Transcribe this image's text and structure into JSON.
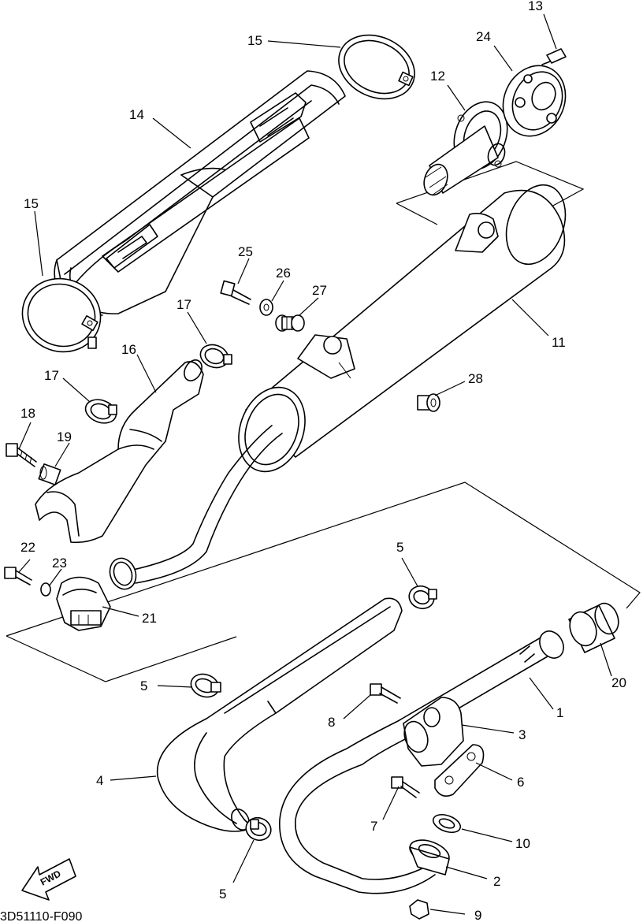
{
  "diagram": {
    "parts": [
      {
        "id": "p1",
        "label": "1",
        "name": "exhaust-pipe-1"
      },
      {
        "id": "p2",
        "label": "2",
        "name": "pipe-boss"
      },
      {
        "id": "p3",
        "label": "3",
        "name": "pipe-stay"
      },
      {
        "id": "p4",
        "label": "4",
        "name": "pipe-protector"
      },
      {
        "id": "p5a",
        "label": "5",
        "name": "band-clip-upper"
      },
      {
        "id": "p5b",
        "label": "5",
        "name": "band-clip-left"
      },
      {
        "id": "p5c",
        "label": "5",
        "name": "band-clip-lower"
      },
      {
        "id": "p6",
        "label": "6",
        "name": "bracket-plate"
      },
      {
        "id": "p7",
        "label": "7",
        "name": "bolt-7"
      },
      {
        "id": "p8",
        "label": "8",
        "name": "bolt-8"
      },
      {
        "id": "p9",
        "label": "9",
        "name": "nut-9"
      },
      {
        "id": "p10",
        "label": "10",
        "name": "gasket-10"
      },
      {
        "id": "p11",
        "label": "11",
        "name": "muffler"
      },
      {
        "id": "p12",
        "label": "12",
        "name": "spark-arrester"
      },
      {
        "id": "p13",
        "label": "13",
        "name": "screw-13"
      },
      {
        "id": "p14",
        "label": "14",
        "name": "muffler-cover"
      },
      {
        "id": "p15a",
        "label": "15",
        "name": "cover-band-right"
      },
      {
        "id": "p15b",
        "label": "15",
        "name": "cover-band-left"
      },
      {
        "id": "p16",
        "label": "16",
        "name": "joint-protector"
      },
      {
        "id": "p17a",
        "label": "17",
        "name": "clamp-17-upper"
      },
      {
        "id": "p17b",
        "label": "17",
        "name": "clamp-17-lower"
      },
      {
        "id": "p18",
        "label": "18",
        "name": "bolt-18"
      },
      {
        "id": "p19",
        "label": "19",
        "name": "collar-19"
      },
      {
        "id": "p20",
        "label": "20",
        "name": "gasket-20"
      },
      {
        "id": "p21",
        "label": "21",
        "name": "joint-clamp"
      },
      {
        "id": "p22",
        "label": "22",
        "name": "bolt-22"
      },
      {
        "id": "p23",
        "label": "23",
        "name": "washer-23"
      },
      {
        "id": "p24",
        "label": "24",
        "name": "cap-24"
      },
      {
        "id": "p25",
        "label": "25",
        "name": "bolt-25"
      },
      {
        "id": "p26",
        "label": "26",
        "name": "washer-26"
      },
      {
        "id": "p27",
        "label": "27",
        "name": "damper-27"
      },
      {
        "id": "p28",
        "label": "28",
        "name": "collar-28"
      }
    ],
    "fwd_label": "FWD",
    "drawing_code": "3D51110-F090"
  },
  "colors": {
    "ink": "#000000",
    "paper": "#ffffff"
  }
}
